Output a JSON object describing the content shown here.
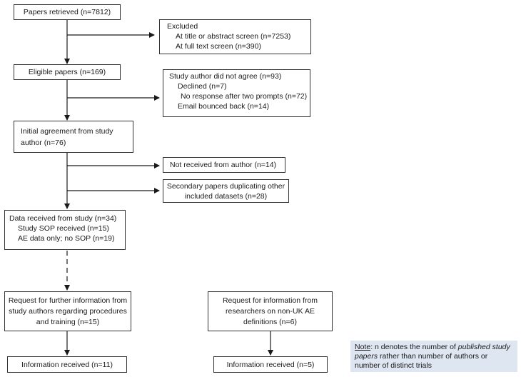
{
  "boxes": {
    "papers_retrieved": "Papers retrieved (n=7812)",
    "excluded": {
      "title": "Excluded",
      "lines": [
        "At title or abstract screen (n=7253)",
        "At full text screen (n=390)"
      ]
    },
    "eligible": "Eligible papers (n=169)",
    "did_not_agree": {
      "title": "Study author did not agree (n=93)",
      "lines": [
        "Declined (n=7)",
        "No response after two prompts (n=72)",
        "Email bounced back (n=14)"
      ]
    },
    "initial_agreement": [
      "Initial agreement from study",
      "author (n=76)"
    ],
    "not_received": "Not received from author (n=14)",
    "secondary": [
      "Secondary papers duplicating other",
      "included datasets (n=28)"
    ],
    "data_received": [
      "Data received from study (n=34)",
      "Study SOP received (n=15)",
      "AE data only; no SOP (n=19)"
    ],
    "request_further": [
      "Request for further information from",
      "study authors regarding procedures",
      "and training (n=15)"
    ],
    "request_info": [
      "Request for information from",
      "researchers on non-UK AE",
      "definitions (n=6)"
    ],
    "info_received_left": "Information received (n=11)",
    "info_received_right": "Information received (n=5)"
  },
  "note": {
    "label": "Note",
    "text_1": ": n denotes the number of ",
    "emph": "published study papers",
    "text_2": " rather than number of authors or number of distinct trials"
  }
}
